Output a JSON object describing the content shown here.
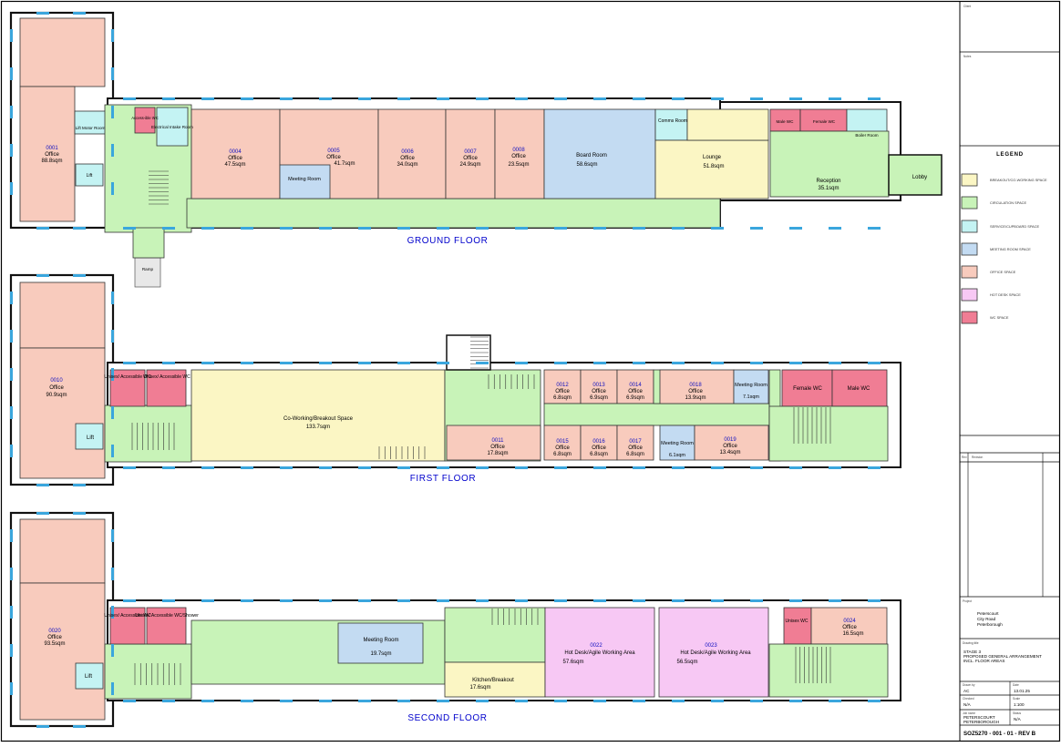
{
  "colors": {
    "office": "#f8cbbd",
    "circulation": "#c8f3b8",
    "breakout": "#fbf6c4",
    "meeting": "#c3dbf2",
    "service": "#c4f3f3",
    "hotdesk": "#f7c8f4",
    "wc": "#f07d94",
    "window": "#3aa6dd"
  },
  "floors": {
    "ground": "GROUND FLOOR",
    "first": "FIRST FLOOR",
    "second": "SECOND FLOOR"
  },
  "rooms": {
    "r0001": {
      "num": "0001",
      "name": "Office",
      "area": "88.8sqm"
    },
    "lift_motor": "Lift Motor Room",
    "lift_g": "Lift",
    "accessible_wc_g": "Access-ible WC",
    "electrical": "Electrical Intake Room",
    "ramp": "Ramp",
    "r0004": {
      "num": "0004",
      "name": "Office",
      "area": "47.5sqm"
    },
    "r0005": {
      "num": "0005",
      "name": "Office",
      "area": "41.7sqm"
    },
    "meeting_g": "Meeting Room",
    "r0006": {
      "num": "0006",
      "name": "Office",
      "area": "34.0sqm"
    },
    "r0007": {
      "num": "0007",
      "name": "Office",
      "area": "24.9sqm"
    },
    "r0008": {
      "num": "0008",
      "name": "Office",
      "area": "23.5sqm"
    },
    "board": {
      "name": "Board Room",
      "area": "58.6sqm"
    },
    "comms": "Comms Room",
    "lounge": {
      "name": "Lounge",
      "area": "51.8sqm"
    },
    "male_wc_g": "Male WC",
    "female_wc_g": "Female WC",
    "boiler": "Boiler Room",
    "reception": {
      "name": "Reception",
      "area": "35.1sqm"
    },
    "lobby": "Lobby",
    "r0010": {
      "num": "0010",
      "name": "Office",
      "area": "90.9sqm"
    },
    "lift_1": "Lift",
    "unisex1a": "Unisex/ Accessible WC",
    "unisex1b": "Unisex/ Accessible WC",
    "coworking": {
      "name": "Co-Working/Breakout Space",
      "area": "133.7sqm"
    },
    "r0011": {
      "num": "0011",
      "name": "Office",
      "area": "17.8sqm"
    },
    "r0012": {
      "num": "0012",
      "name": "Office",
      "area": "6.8sqm"
    },
    "r0013": {
      "num": "0013",
      "name": "Office",
      "area": "6.9sqm"
    },
    "r0014": {
      "num": "0014",
      "name": "Office",
      "area": "6.9sqm"
    },
    "r0015": {
      "num": "0015",
      "name": "Office",
      "area": "6.8sqm"
    },
    "r0016": {
      "num": "0016",
      "name": "Office",
      "area": "6.8sqm"
    },
    "r0017": {
      "num": "0017",
      "name": "Office",
      "area": "6.8sqm"
    },
    "r0018": {
      "num": "0018",
      "name": "Office",
      "area": "13.9sqm"
    },
    "meeting_1a": {
      "name": "Meeting Room",
      "area": "7.1sqm"
    },
    "meeting_1b": {
      "name": "Meeting Room",
      "area": "6.1sqm"
    },
    "r0019": {
      "num": "0019",
      "name": "Office",
      "area": "13.4sqm"
    },
    "female_wc_1": "Female WC",
    "male_wc_1": "Male WC",
    "r0020": {
      "num": "0020",
      "name": "Office",
      "area": "93.5sqm"
    },
    "lift_2": "Lift",
    "unisex2a": "Unisex/ Accessible WC",
    "unisex2b": "Unisex/ Accessible WC/Shower",
    "meeting_2": {
      "name": "Meeting Room",
      "area": "19.7sqm"
    },
    "kitchen": {
      "name": "Kitchen/Breakout",
      "area": "17.6sqm"
    },
    "r0022": {
      "num": "0022",
      "name": "Hot Desk/Agile Working Area",
      "area": "57.6sqm"
    },
    "r0023": {
      "num": "0023",
      "name": "Hot Desk/Agile Working Area",
      "area": "56.5sqm"
    },
    "unisex_wc_2": "Unisex WC",
    "r0024": {
      "num": "0024",
      "name": "Office",
      "area": "16.5sqm"
    }
  },
  "legend": {
    "title": "LEGEND",
    "items": [
      {
        "label": "BREAKOUT/CO-WORKING SPACE",
        "color": "#fbf6c4"
      },
      {
        "label": "CIRCULATION SPACE",
        "color": "#c8f3b8"
      },
      {
        "label": "SERVICE/CUPBOARD SPACE",
        "color": "#c4f3f3"
      },
      {
        "label": "MEETING ROOM SPACE",
        "color": "#c3dbf2"
      },
      {
        "label": "OFFICE SPACE",
        "color": "#f8cbbd"
      },
      {
        "label": "HOT DESK SPACE",
        "color": "#f7c8f4"
      },
      {
        "label": "WC SPACE",
        "color": "#f07d94"
      }
    ]
  },
  "title_block": {
    "client_label": "Client",
    "notes_label": "Notes",
    "rev_label": "Rev",
    "revision_header": "Revision",
    "project_label": "Project",
    "project_lines": [
      "Peterscourt",
      "City Road",
      "Peterborough"
    ],
    "title_label": "Drawing title",
    "title_lines": [
      "STAGE 3",
      "PROPOSED GENERAL ARRANGEMENT",
      "INCL. FLOOR AREAS"
    ],
    "drawn_label": "Drawn by",
    "drawn": "AC",
    "date_label": "Date",
    "date": "13.01.25",
    "checked_label": "Checked",
    "checked": "N/A",
    "scale_label": "Scale",
    "scale": "1:100",
    "job_label": "Job name",
    "job_lines": [
      "PETERSCOURT",
      "PETERBOROUGH"
    ],
    "status_label": "Status",
    "status": "N/A",
    "drawing_no": "SOZ5270 - 001 - 01 - REV B"
  }
}
